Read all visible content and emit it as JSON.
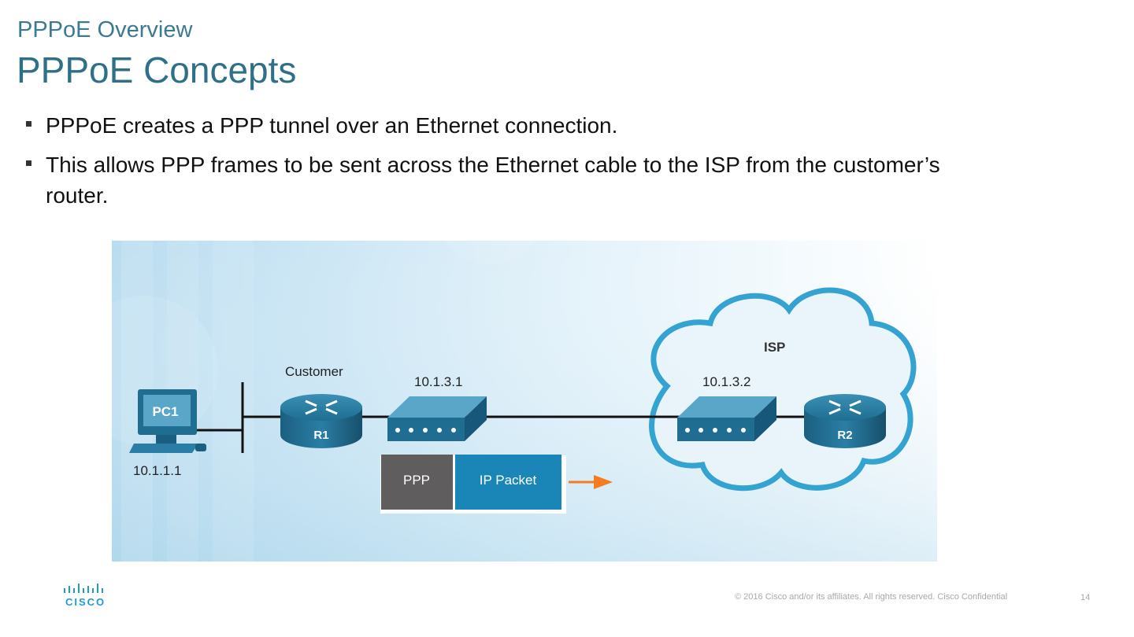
{
  "header": {
    "subtitle": "PPPoE Overview",
    "title": "PPPoE Concepts"
  },
  "bullets": [
    "PPPoE creates a PPP tunnel over an Ethernet connection.",
    "This allows PPP frames to be sent across the Ethernet cable to the ISP from the customer’s router."
  ],
  "diagram": {
    "pc_label": "PC1",
    "pc_address": "10.1.1.1",
    "customer_label": "Customer",
    "r1_label": "R1",
    "modem1_address": "10.1.3.1",
    "modem2_address": "10.1.3.2",
    "isp_label": "ISP",
    "r2_label": "R2",
    "frame_ppp": "PPP",
    "frame_ip": "IP Packet",
    "colors": {
      "device_blue": "#1f6e92",
      "packet_blue": "#1a86b8",
      "ppp_gray": "#5f5d5e",
      "arrow_orange": "#f47b20",
      "cloud_outline": "#2a9fcf"
    }
  },
  "footer": {
    "logo_text": "CISCO",
    "copyright": "© 2016  Cisco and/or its affiliates. All rights reserved.   Cisco Confidential",
    "page_number": "14"
  }
}
